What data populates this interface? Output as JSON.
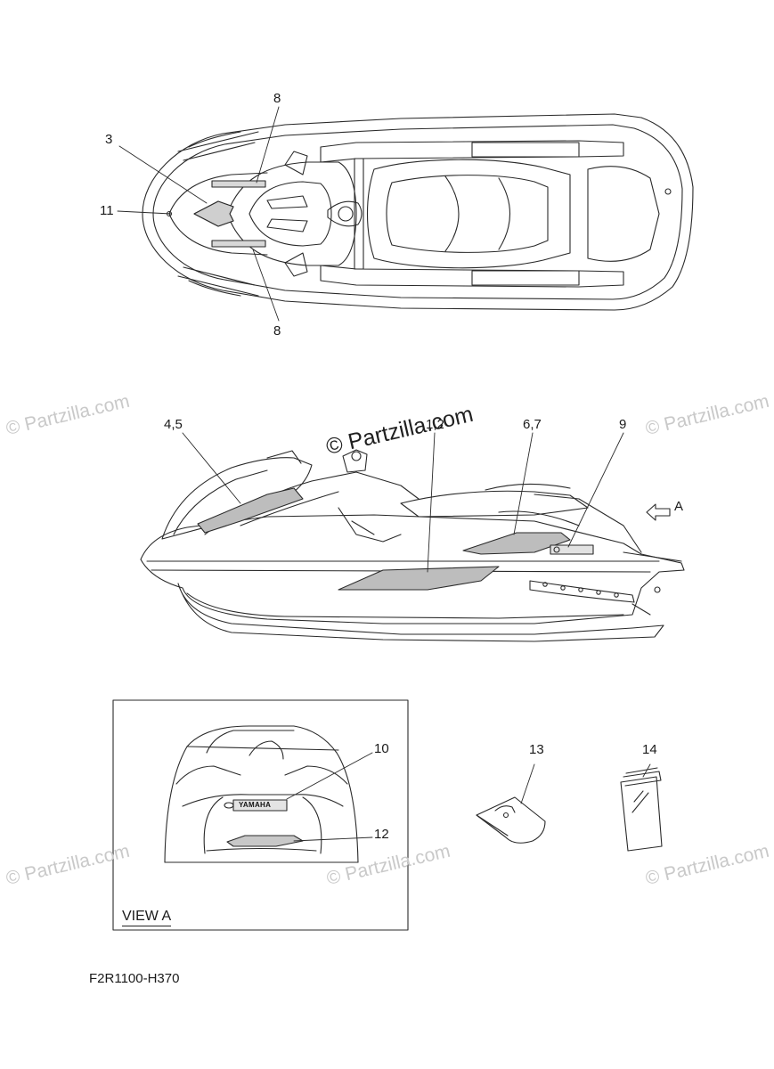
{
  "watermark": {
    "text": "© Partzilla.com"
  },
  "callouts": {
    "c3": "3",
    "c8_top": "8",
    "c11": "11",
    "c8_bottom": "8",
    "c45": "4,5",
    "c12": "1,2",
    "c67": "6,7",
    "c9": "9",
    "c10": "10",
    "c12b": "12",
    "c13": "13",
    "c14": "14",
    "arrow_a": "A"
  },
  "view_caption": "VIEW A",
  "decal_brand": "YAMAHA",
  "diagram_code": "F2R1100-H370"
}
